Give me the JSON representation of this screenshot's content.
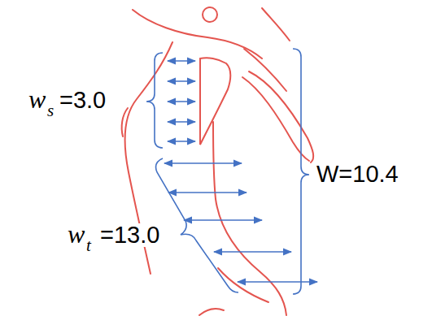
{
  "diagram": {
    "labels": [
      "w",
      "s",
      "=3.0",
      "W=10.4",
      "w",
      "t",
      "=13.0"
    ]
  }
}
